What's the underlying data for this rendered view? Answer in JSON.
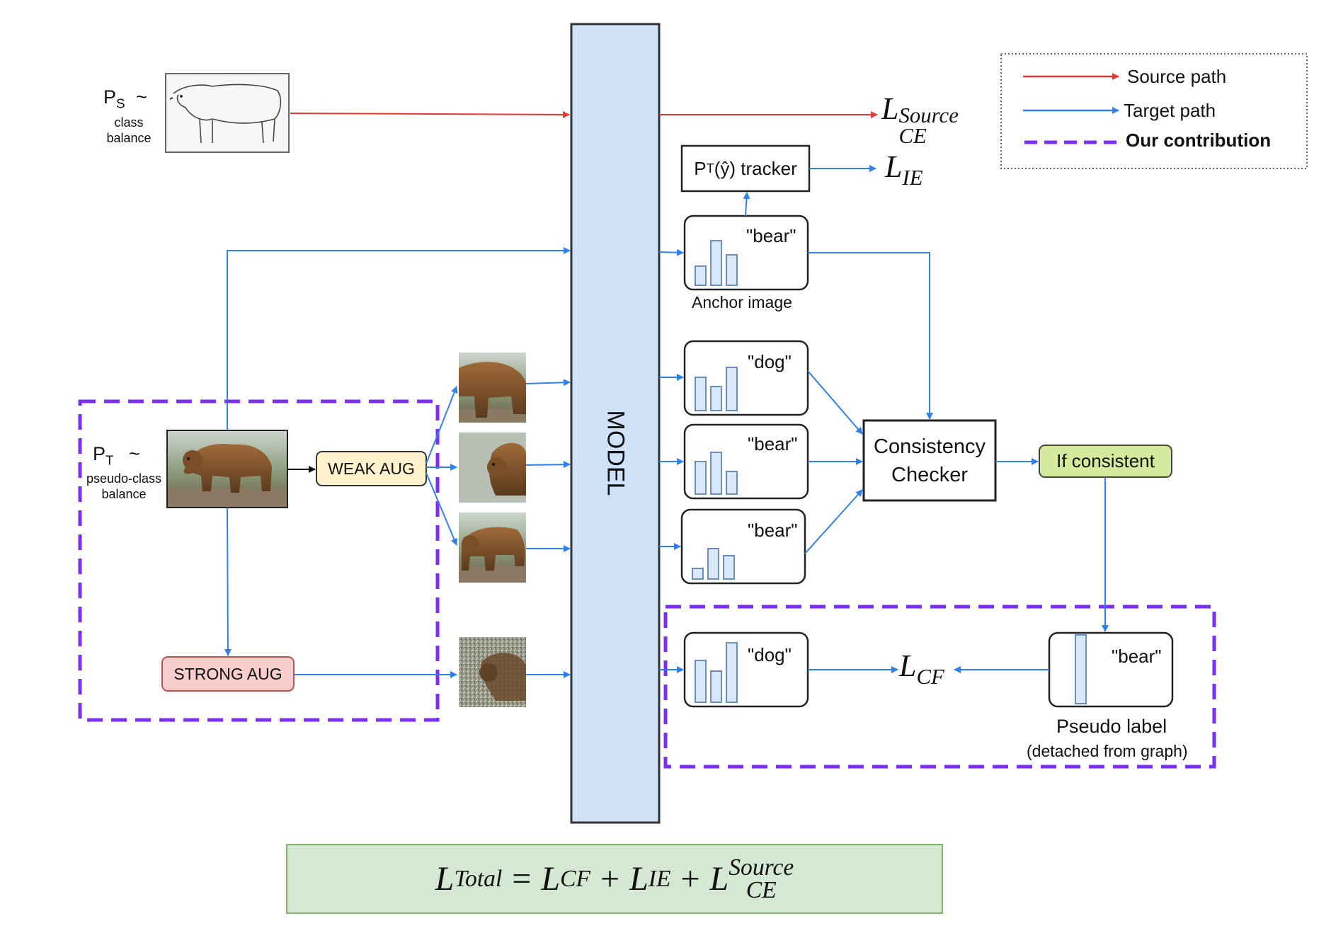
{
  "legend": {
    "source": "Source path",
    "target": "Target path",
    "contribution": "Our contribution"
  },
  "source_dist": {
    "symbol": "P",
    "sub": "S",
    "tilde": "~",
    "caption": "class balance"
  },
  "target_dist": {
    "symbol": "P",
    "sub": "T",
    "tilde": "~",
    "caption": "pseudo-class balance"
  },
  "weak_aug": "WEAK AUG",
  "strong_aug": "STRONG AUG",
  "model": "MODEL",
  "tracker": {
    "prefix": "P",
    "sub": "T",
    "rest": "(ŷ) tracker"
  },
  "losses": {
    "ce_main": "L",
    "ce_sup": "Source",
    "ce_sub": "CE",
    "ie_main": "L",
    "ie_sub": "IE",
    "cf_main": "L",
    "cf_sub": "CF"
  },
  "predictions": {
    "anchor": "\"bear\"",
    "anchor_caption": "Anchor image",
    "weak1": "\"dog\"",
    "weak2": "\"bear\"",
    "weak3": "\"bear\"",
    "strong": "\"dog\"",
    "pseudo": "\"bear\""
  },
  "consistency_checker": "Consistency Checker",
  "if_consistent": "If consistent",
  "pseudo_label": {
    "title": "Pseudo label",
    "note": "(detached from graph)"
  },
  "total_loss": {
    "lhs": "L",
    "lhs_sub": "Total",
    "eq": "=",
    "t1": "L",
    "t1_sub": "CF",
    "plus1": "+",
    "t2": "L",
    "t2_sub": "IE",
    "plus2": "+",
    "t3": "L",
    "t3_sup": "Source",
    "t3_sub": "CE"
  },
  "colors": {
    "source_path": "#e53935",
    "target_path": "#2f80ed",
    "contribution": "#7b2ff2",
    "model_fill": "#cfe2f8",
    "weak_aug_fill": "#fff2cc",
    "strong_aug_fill": "#f8cecc",
    "consistent_fill": "#d6ea9e",
    "total_fill": "#d5e8d4",
    "bar_fill": "#dae8fc",
    "bar_stroke": "#6c8ebf"
  },
  "icons": [
    "polar-bear-sketch",
    "brown-bear-photo",
    "weak-aug-bear-photo",
    "strong-aug-bear-photo"
  ]
}
